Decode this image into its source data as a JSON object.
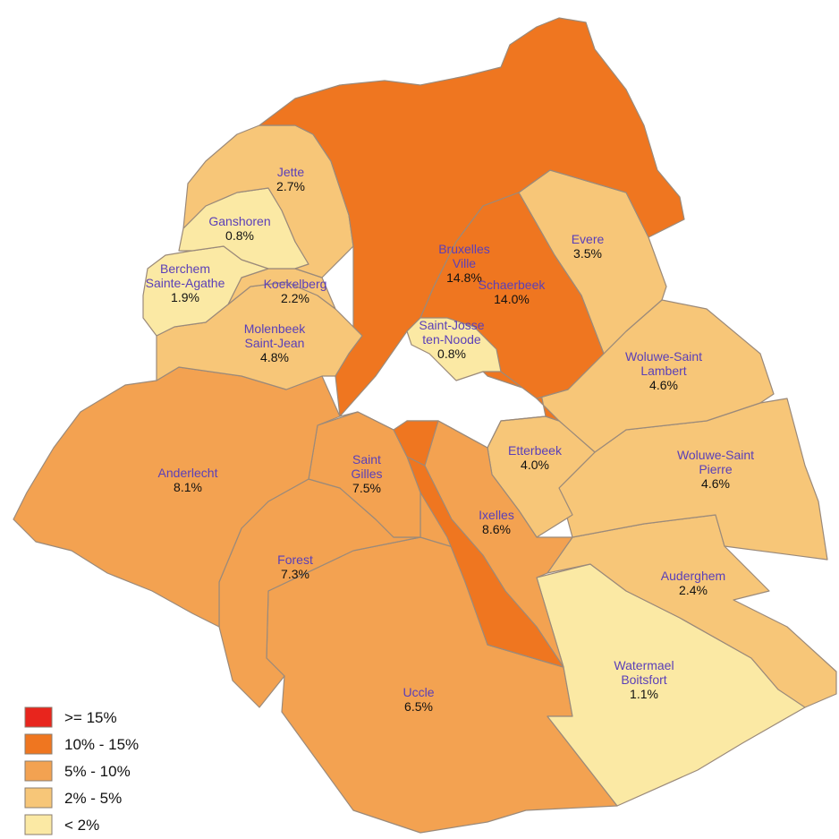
{
  "colors": {
    "ge15": "#e8251d",
    "c10_15": "#ef7620",
    "c5_10": "#f3a251",
    "c2_5": "#f7c678",
    "lt2": "#fbe9a4"
  },
  "legend": [
    {
      "label": ">= 15%",
      "color": "#e8251d"
    },
    {
      "label": "10% - 15%",
      "color": "#ef7620"
    },
    {
      "label": "5% - 10%",
      "color": "#f3a251"
    },
    {
      "label": "2% - 5%",
      "color": "#f7c678"
    },
    {
      "label": "< 2%",
      "color": "#fbe9a4"
    }
  ],
  "communes": {
    "bruxelles": {
      "name": [
        "Bruxelles",
        "Ville"
      ],
      "value": "14.8%",
      "pct": 14.8
    },
    "schaerbeek": {
      "name": [
        "Schaerbeek"
      ],
      "value": "14.0%",
      "pct": 14.0
    },
    "jette": {
      "name": [
        "Jette"
      ],
      "value": "2.7%",
      "pct": 2.7
    },
    "ganshoren": {
      "name": [
        "Ganshoren"
      ],
      "value": "0.8%",
      "pct": 0.8
    },
    "berchem": {
      "name": [
        "Berchem",
        "Sainte-Agathe"
      ],
      "value": "1.9%",
      "pct": 1.9
    },
    "koekelberg": {
      "name": [
        "Koekelberg"
      ],
      "value": "2.2%",
      "pct": 2.2
    },
    "molenbeek": {
      "name": [
        "Molenbeek",
        "Saint-Jean"
      ],
      "value": "4.8%",
      "pct": 4.8
    },
    "evere": {
      "name": [
        "Evere"
      ],
      "value": "3.5%",
      "pct": 3.5
    },
    "stjosse": {
      "name": [
        "Saint-Josse",
        "ten-Noode"
      ],
      "value": "0.8%",
      "pct": 0.8
    },
    "wsl": {
      "name": [
        "Woluwe-Saint",
        "Lambert"
      ],
      "value": "4.6%",
      "pct": 4.6
    },
    "wsp": {
      "name": [
        "Woluwe-Saint",
        "Pierre"
      ],
      "value": "4.6%",
      "pct": 4.6
    },
    "etterbeek": {
      "name": [
        "Etterbeek"
      ],
      "value": "4.0%",
      "pct": 4.0
    },
    "anderlecht": {
      "name": [
        "Anderlecht"
      ],
      "value": "8.1%",
      "pct": 8.1
    },
    "stgilles": {
      "name": [
        "Saint",
        "Gilles"
      ],
      "value": "7.5%",
      "pct": 7.5
    },
    "ixelles": {
      "name": [
        "Ixelles"
      ],
      "value": "8.6%",
      "pct": 8.6
    },
    "forest": {
      "name": [
        "Forest"
      ],
      "value": "7.3%",
      "pct": 7.3
    },
    "auderghem": {
      "name": [
        "Auderghem"
      ],
      "value": "2.4%",
      "pct": 2.4
    },
    "uccle": {
      "name": [
        "Uccle"
      ],
      "value": "6.5%",
      "pct": 6.5
    },
    "watermael": {
      "name": [
        "Watermael",
        "Boitsfort"
      ],
      "value": "1.1%",
      "pct": 1.1
    }
  }
}
